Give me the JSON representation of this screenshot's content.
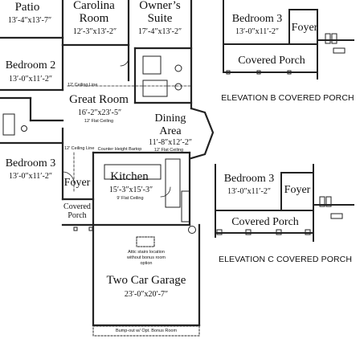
{
  "main_plan": {
    "patio": {
      "name": "Patio",
      "dims": "13′-4″x13′-7″"
    },
    "carolina_room": {
      "name1": "Carolina",
      "name2": "Room",
      "dims": "12′-3″x13′-2″"
    },
    "owners_suite": {
      "name1": "Owner’s",
      "name2": "Suite",
      "dims": "17′-4″x13′-2″"
    },
    "bedroom2": {
      "name": "Bedroom 2",
      "dims": "13′-0″x11′-2″"
    },
    "great_room": {
      "name": "Great Room",
      "dims": "16′-2″x23′-5″",
      "ceiling": "12′ Flat Ceiling"
    },
    "ceiling_line_top": "12′ Ceiling Line",
    "dining_area": {
      "name1": "Dining",
      "name2": "Area",
      "dims": "11′-8″x12′-2″",
      "ceiling": "12′ Flat Ceiling"
    },
    "bedroom3": {
      "name": "Bedroom 3",
      "dims": "13′-0″x11′-2″"
    },
    "ceiling_line_left": "12′ Ceiling Line",
    "counter_bartop": "Counter Height Bartop",
    "foyer": "Foyer",
    "covered_porch": {
      "line1": "Covered",
      "line2": "Porch"
    },
    "kitchen": {
      "name": "Kitchen",
      "dims": "15′-3″x15′-3″",
      "ceiling": "9′ Flat Ceiling"
    },
    "garage": {
      "name": "Two Car Garage",
      "dims": "23′-0″x20′-7″",
      "attic_note1": "Attic stairs location",
      "attic_note2": "without bonus room",
      "attic_note3": "option"
    },
    "bump_out": "Bump-out w/ Opt. Bonus Room"
  },
  "elevation_b": {
    "bedroom": {
      "name": "Bedroom 3",
      "dims": "13′-0″x11′-2″"
    },
    "foyer": "Foyer",
    "covered_porch": "Covered Porch",
    "caption": "ELEVATION B COVERED PORCH"
  },
  "elevation_c": {
    "bedroom": {
      "name": "Bedroom 3",
      "dims": "13′-0″x11′-2″"
    },
    "foyer": "Foyer",
    "covered_porch": "Covered Porch",
    "caption": "ELEVATION C COVERED PORCH"
  }
}
